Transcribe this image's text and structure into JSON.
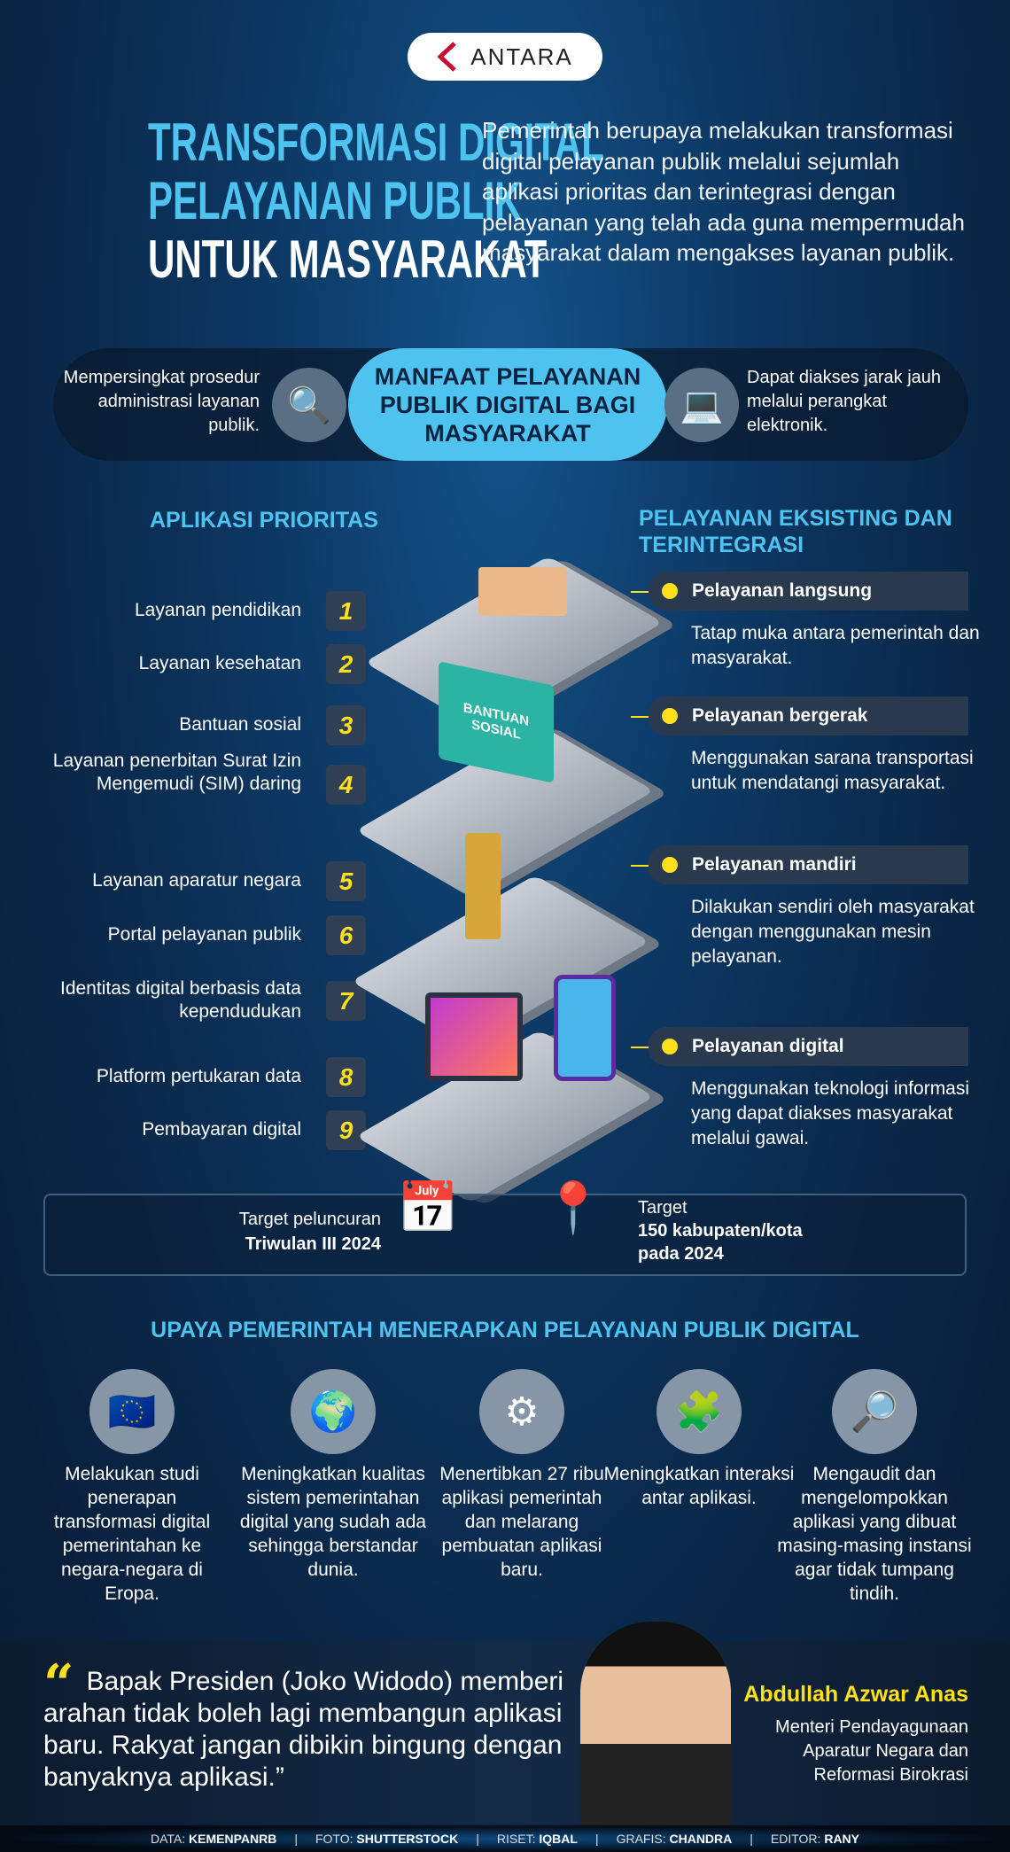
{
  "logo": {
    "text": "ANTARA"
  },
  "title": {
    "line1": "TRANSFORMASI DIGITAL",
    "line2": "PELAYANAN PUBLIK",
    "line3": "UNTUK MASYARAKAT"
  },
  "intro": "Pemerintah berupaya melakukan transformasi digital pelayanan publik melalui sejumlah aplikasi prioritas dan terintegrasi dengan pelayanan yang telah ada guna mempermudah masyarakat dalam mengakses layanan publik.",
  "benefits": {
    "title": "MANFAAT PELAYANAN PUBLIK DIGITAL BAGI MASYARAKAT",
    "left": "Mempersingkat prosedur administrasi layanan publik.",
    "right": "Dapat diakses jarak jauh melalui perangkat elektronik."
  },
  "apps": {
    "heading": "APLIKASI PRIORITAS",
    "items": [
      {
        "num": "1",
        "label": "Layanan pendidikan"
      },
      {
        "num": "2",
        "label": "Layanan kesehatan"
      },
      {
        "num": "3",
        "label": "Bantuan sosial"
      },
      {
        "num": "4",
        "label": "Layanan penerbitan Surat Izin Mengemudi (SIM) daring"
      },
      {
        "num": "5",
        "label": "Layanan aparatur negara"
      },
      {
        "num": "6",
        "label": "Portal pelayanan publik"
      },
      {
        "num": "7",
        "label": "Identitas digital berbasis data kependudukan"
      },
      {
        "num": "8",
        "label": "Platform pertukaran data"
      },
      {
        "num": "9",
        "label": "Pembayaran digital"
      }
    ]
  },
  "services": {
    "heading": "PELAYANAN EKSISTING DAN TERINTEGRASI",
    "items": [
      {
        "label": "Pelayanan langsung",
        "desc": "Tatap muka antara pemerintah dan masyarakat."
      },
      {
        "label": "Pelayanan bergerak",
        "desc": "Menggunakan sarana transportasi untuk mendatangi masyarakat."
      },
      {
        "label": "Pelayanan mandiri",
        "desc": "Dilakukan sendiri oleh masyarakat dengan menggunakan mesin pelayanan."
      },
      {
        "label": "Pelayanan digital",
        "desc": "Menggunakan teknologi informasi yang dapat diakses masyarakat melalui gawai."
      }
    ]
  },
  "truck_text": "BANTUAN SOSIAL",
  "targets": {
    "launch_label": "Target peluncuran",
    "launch_value": "Triwulan III 2024",
    "region_label": "Target",
    "region_value1": "150 kabupaten/kota",
    "region_value2": "pada 2024"
  },
  "efforts": {
    "heading": "UPAYA PEMERINTAH MENERAPKAN PELAYANAN PUBLIK DIGITAL",
    "items": [
      {
        "icon": "eu-flag-magnifier-icon",
        "text": "Melakukan studi penerapan transformasi digital pemerintahan ke negara-negara di Eropa."
      },
      {
        "icon": "globe-star-icon",
        "text": "Meningkatkan kualitas sistem pemerintahan digital yang sudah ada sehingga berstandar dunia."
      },
      {
        "icon": "gear-apps-icon",
        "text": "Menertibkan 27 ribu aplikasi pemerintah dan melarang pembuatan aplikasi baru."
      },
      {
        "icon": "puzzle-network-icon",
        "text": "Meningkatkan interaksi antar aplikasi."
      },
      {
        "icon": "magnifier-device-icon",
        "text": "Mengaudit dan mengelompokkan aplikasi yang dibuat masing-masing instansi agar tidak tumpang tindih."
      }
    ]
  },
  "quote": {
    "text": "Bapak Presiden (Joko Widodo) memberi arahan tidak boleh lagi membangun aplikasi baru. Rakyat jangan dibikin bingung dengan banyaknya aplikasi.”",
    "name": "Abdullah Azwar Anas",
    "role": "Menteri Pendayagunaan Aparatur Negara dan Reformasi Birokrasi"
  },
  "credits": [
    {
      "k": "DATA:",
      "v": "KEMENPANRB"
    },
    {
      "k": "FOTO:",
      "v": "SHUTTERSTOCK"
    },
    {
      "k": "RISET:",
      "v": "IQBAL"
    },
    {
      "k": "GRAFIS:",
      "v": "CHANDRA"
    },
    {
      "k": "EDITOR:",
      "v": "RANY"
    }
  ],
  "colors": {
    "accent": "#4ec3f0",
    "highlight": "#ffe01b",
    "background": "#0c3762"
  }
}
